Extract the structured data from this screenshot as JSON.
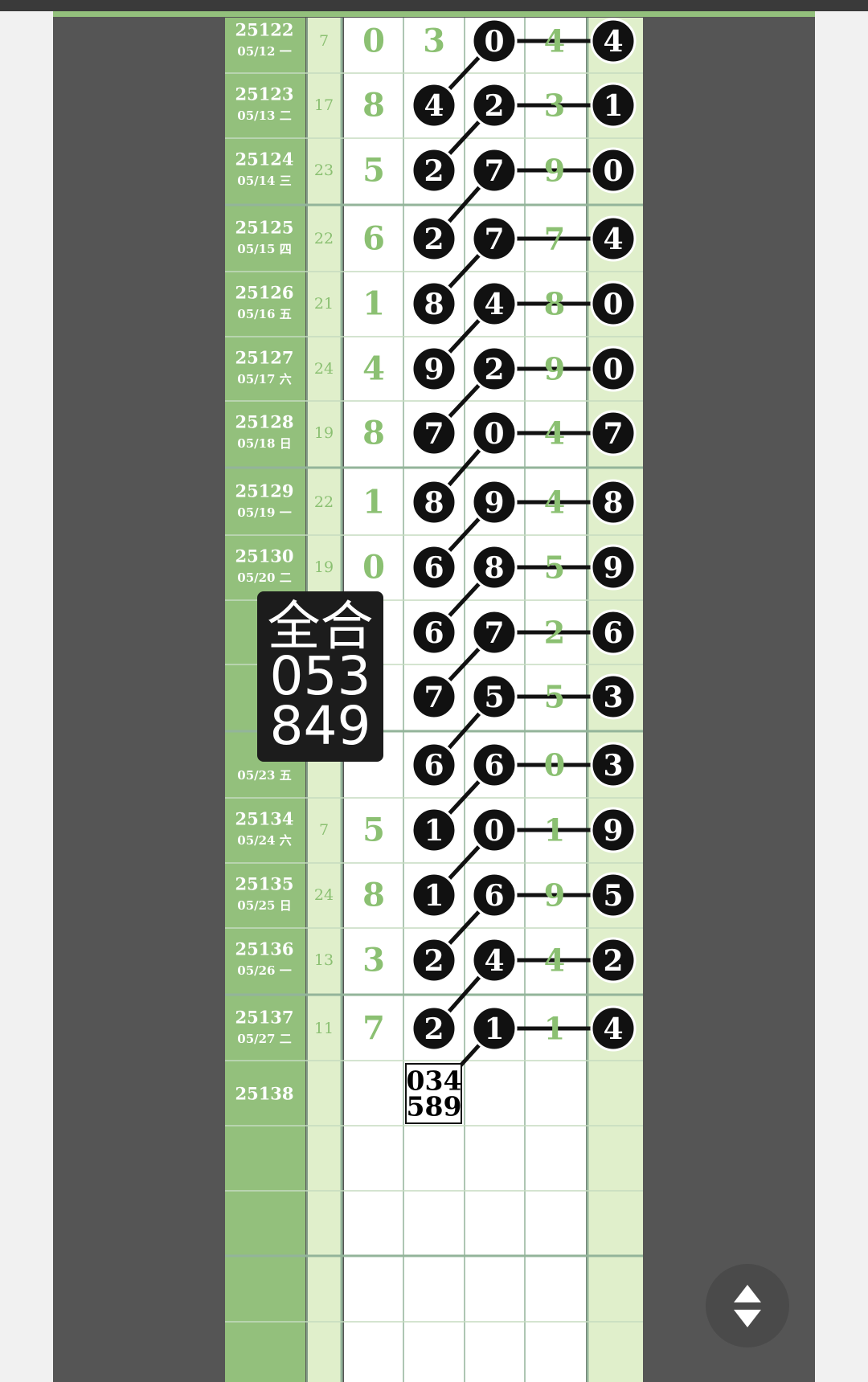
{
  "rows": [
    {
      "issue": "25122",
      "date": "05/12 一",
      "sum": "7",
      "d1": "0",
      "b2": "3",
      "b3": "0",
      "d4": "4",
      "b5": "4",
      "b2_ball": false
    },
    {
      "issue": "25123",
      "date": "05/13 二",
      "sum": "17",
      "d1": "8",
      "b2": "4",
      "b3": "2",
      "d4": "3",
      "b5": "1",
      "b2_ball": true
    },
    {
      "issue": "25124",
      "date": "05/14 三",
      "sum": "23",
      "d1": "5",
      "b2": "2",
      "b3": "7",
      "d4": "9",
      "b5": "0",
      "b2_ball": true
    },
    {
      "issue": "25125",
      "date": "05/15 四",
      "sum": "22",
      "d1": "6",
      "b2": "2",
      "b3": "7",
      "d4": "7",
      "b5": "4",
      "b2_ball": true
    },
    {
      "issue": "25126",
      "date": "05/16 五",
      "sum": "21",
      "d1": "1",
      "b2": "8",
      "b3": "4",
      "d4": "8",
      "b5": "0",
      "b2_ball": true
    },
    {
      "issue": "25127",
      "date": "05/17 六",
      "sum": "24",
      "d1": "4",
      "b2": "9",
      "b3": "2",
      "d4": "9",
      "b5": "0",
      "b2_ball": true
    },
    {
      "issue": "25128",
      "date": "05/18 日",
      "sum": "19",
      "d1": "8",
      "b2": "7",
      "b3": "0",
      "d4": "4",
      "b5": "7",
      "b2_ball": true
    },
    {
      "issue": "25129",
      "date": "05/19 一",
      "sum": "22",
      "d1": "1",
      "b2": "8",
      "b3": "9",
      "d4": "4",
      "b5": "8",
      "b2_ball": true
    },
    {
      "issue": "25130",
      "date": "05/20 二",
      "sum": "19",
      "d1": "0",
      "b2": "6",
      "b3": "8",
      "d4": "5",
      "b5": "9",
      "b2_ball": true
    },
    {
      "issue": "",
      "date": "",
      "sum": "",
      "d1": "",
      "b2": "6",
      "b3": "7",
      "d4": "2",
      "b5": "6",
      "b2_ball": true
    },
    {
      "issue": "",
      "date": "",
      "sum": "",
      "d1": "",
      "b2": "7",
      "b3": "5",
      "d4": "5",
      "b5": "3",
      "b2_ball": true
    },
    {
      "issue": "",
      "date": "05/23 五",
      "sum": "",
      "d1": "",
      "b2": "6",
      "b3": "6",
      "d4": "0",
      "b5": "3",
      "b2_ball": true
    },
    {
      "issue": "25134",
      "date": "05/24 六",
      "sum": "7",
      "d1": "5",
      "b2": "1",
      "b3": "0",
      "d4": "1",
      "b5": "9",
      "b2_ball": true
    },
    {
      "issue": "25135",
      "date": "05/25 日",
      "sum": "24",
      "d1": "8",
      "b2": "1",
      "b3": "6",
      "d4": "9",
      "b5": "5",
      "b2_ball": true
    },
    {
      "issue": "25136",
      "date": "05/26 一",
      "sum": "13",
      "d1": "3",
      "b2": "2",
      "b3": "4",
      "d4": "4",
      "b5": "2",
      "b2_ball": true
    },
    {
      "issue": "25137",
      "date": "05/27 二",
      "sum": "11",
      "d1": "7",
      "b2": "2",
      "b3": "1",
      "d4": "1",
      "b5": "4",
      "b2_ball": true
    }
  ],
  "next_issue": "25138",
  "prediction": {
    "line1": "034",
    "line2": "589"
  },
  "overlay": {
    "title": "全合",
    "line1": "053",
    "line2": "849"
  },
  "colors": {
    "issue_col_bg": "#93c07c",
    "light_col_bg": "#e0efcb",
    "grid": "#93b49a",
    "green_text": "#8bc072",
    "ball": "#111111",
    "app_bg": "#555555"
  },
  "scroll_button": {
    "icon": "scroll-up-down-icon"
  }
}
